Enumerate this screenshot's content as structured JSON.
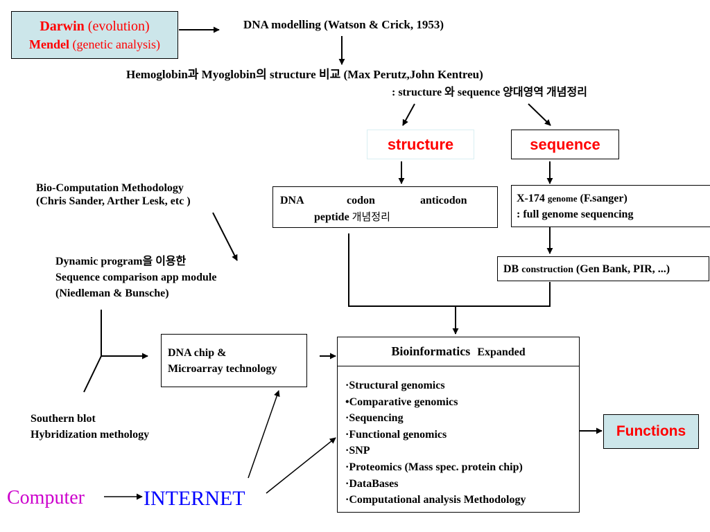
{
  "darwin_box": {
    "line1_bold": "Darwin",
    "line1_rest": " (evolution)",
    "line2_bold": "Mendel",
    "line2_rest": " (genetic analysis)"
  },
  "dna_modelling": "DNA  modelling (Watson & Crick, 1953)",
  "hemoglobin": {
    "line1": "Hemoglobin과 Myoglobin의 structure 비교 (Max Perutz,John Kentreu)",
    "line2": ": structure 와 sequence 양대영역 개념정리"
  },
  "structure_label": "structure",
  "sequence_label": "sequence",
  "dna_codon_box": {
    "dna": "DNA",
    "codon": "codon",
    "anticodon": "anticodon",
    "peptide": "peptide",
    "peptide_note": "개념정리"
  },
  "x174_box": {
    "line1_a": "X-174",
    "line1_b": "genome",
    "line1_c": "(F.sanger)",
    "line2": ": full genome sequencing"
  },
  "db_box": {
    "prefix": "DB",
    "small": "construction",
    "rest": "(Gen Bank, PIR, ...)"
  },
  "bio_computation": {
    "line1": "Bio-Computation Methodology",
    "line2": "(Chris Sander, Arther Lesk, etc )"
  },
  "dynamic_program": {
    "line1": "Dynamic program을 이용한",
    "line2": "Sequence comparison app module",
    "line3": "(Niedleman & Bunsche)"
  },
  "dna_chip_box": {
    "line1": "DNA chip &",
    "line2": "Microarray technology"
  },
  "bioinformatics_box": {
    "title": "Bioinformatics",
    "title_small": "Expanded",
    "items": [
      "·Structural genomics",
      "•Comparative genomics",
      "·Sequencing",
      "·Functional genomics",
      "·SNP",
      "·Proteomics (Mass spec. protein chip)",
      "·DataBases",
      "·Computational analysis Methodology"
    ]
  },
  "functions_label": "Functions",
  "southern_blot": {
    "line1": "Southern blot",
    "line2": "Hybridization methology"
  },
  "computer_label": "Computer",
  "internet_label": "INTERNET",
  "colors": {
    "red": "#ff0000",
    "teal_fill": "#cce6ea",
    "computer": "#cc00cc",
    "internet": "#0000ff"
  }
}
